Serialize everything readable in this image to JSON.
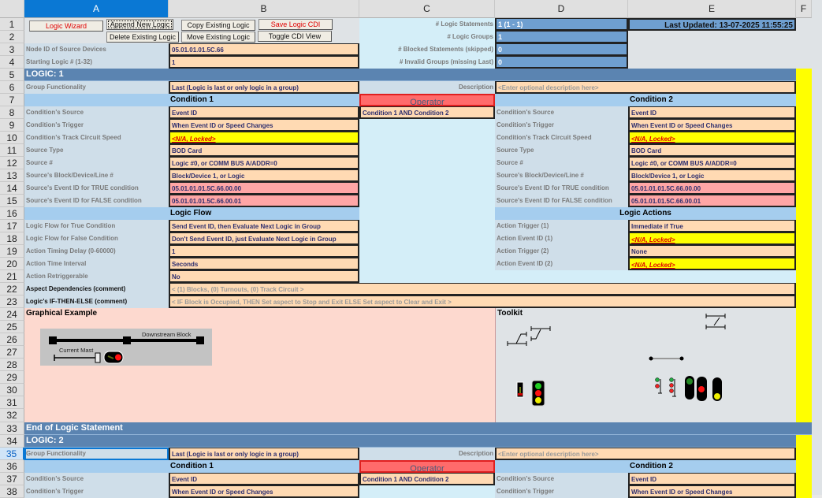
{
  "sheet": {
    "column_headers": [
      "A",
      "B",
      "C",
      "D",
      "E",
      "F"
    ],
    "selected_column": "A",
    "selected_row": 35,
    "row_numbers": [
      1,
      2,
      3,
      4,
      5,
      6,
      7,
      8,
      9,
      10,
      11,
      12,
      13,
      14,
      15,
      16,
      17,
      18,
      19,
      20,
      21,
      22,
      23,
      24,
      25,
      26,
      27,
      28,
      29,
      30,
      31,
      32,
      33,
      34,
      35,
      36,
      37,
      38
    ]
  },
  "toolbar": {
    "logic_wizard": "Logic Wizard",
    "append": "Append New Logic",
    "copy": "Copy Existing Logic",
    "save": "Save Logic CDI",
    "delete": "Delete Existing Logic",
    "move": "Move Existing Logic",
    "toggle": "Toggle CDI View"
  },
  "summary": {
    "node_id_label": "Node ID of Source Devices",
    "node_id_value": "05.01.01.01.5C.66",
    "starting_logic_label": "Starting Logic # (1-32)",
    "starting_logic_value": "1",
    "logic_statements_label": "# Logic Statements",
    "logic_statements_value": "1 (1 - 1)",
    "logic_groups_label": "# Logic Groups",
    "logic_groups_value": "1",
    "blocked_label": "# Blocked Statements (skipped)",
    "blocked_value": "0",
    "invalid_label": "# Invalid Groups (missing Last)",
    "invalid_value": "0",
    "last_updated": "Last Updated: 13-07-2025 11:55:25"
  },
  "logics": [
    {
      "title": "LOGIC: 1",
      "group_label": "Group Functionality",
      "group_value": "Last (Logic is last or only logic in a group)",
      "description_label": "Description",
      "description_value": "<Enter optional description here>",
      "condition1_header": "Condition 1",
      "operator_header": "Operator",
      "condition2_header": "Condition 2",
      "operator_value": "Condition 1 AND Condition 2",
      "condition1": [
        {
          "label": "Condition's Source",
          "value": "Event ID"
        },
        {
          "label": "Condition's Trigger",
          "value": "When Event ID or Speed Changes"
        },
        {
          "label": "Condition's Track Circuit Speed",
          "value": "<N/A, Locked>"
        },
        {
          "label": "Source Type",
          "value": "BOD Card"
        },
        {
          "label": "Source #",
          "value": "Logic #0, or COMM BUS A/ADDR=0"
        },
        {
          "label": "Source's Block/Device/Line #",
          "value": "Block/Device 1, or Logic"
        },
        {
          "label": "Source's Event ID for TRUE condition",
          "value": "05.01.01.01.5C.66.00.00"
        },
        {
          "label": "Source's Event ID for FALSE condition",
          "value": "05.01.01.01.5C.66.00.01"
        }
      ],
      "condition2": [
        {
          "label": "Condition's Source",
          "value": "Event ID"
        },
        {
          "label": "Condition's Trigger",
          "value": "When Event ID or Speed Changes"
        },
        {
          "label": "Condition's Track Circuit Speed",
          "value": "<N/A, Locked>"
        },
        {
          "label": "Source Type",
          "value": "BOD Card"
        },
        {
          "label": "Source #",
          "value": "Logic #0, or COMM BUS A/ADDR=0"
        },
        {
          "label": "Source's Block/Device/Line #",
          "value": "Block/Device 1, or Logic"
        },
        {
          "label": "Source's Event ID for TRUE condition",
          "value": "05.01.01.01.5C.66.00.00"
        },
        {
          "label": "Source's Event ID for FALSE condition",
          "value": "05.01.01.01.5C.66.00.01"
        }
      ],
      "logic_flow_header": "Logic Flow",
      "logic_flow": [
        {
          "label": "Logic Flow for True Condition",
          "value": "Send Event ID, then Evaluate Next Logic in Group"
        },
        {
          "label": "Logic Flow for False  Condition",
          "value": "Don't Send Event ID, just Evaluate Next Logic in Group"
        },
        {
          "label": "Action Timing Delay (0-60000)",
          "value": "1"
        },
        {
          "label": "Action Time Interval",
          "value": "Seconds"
        },
        {
          "label": "Action Retriggerable",
          "value": "No"
        }
      ],
      "logic_actions_header": "Logic Actions",
      "logic_actions": [
        {
          "label": "Action Trigger (1)",
          "value": "Immediate if True"
        },
        {
          "label": "Action Event ID (1)",
          "value": "<N/A, Locked>"
        },
        {
          "label": "Action Trigger (2)",
          "value": "None"
        },
        {
          "label": "Action Event ID (2)",
          "value": "<N/A, Locked>"
        }
      ],
      "aspect_label": "Aspect Dependencies (comment)",
      "aspect_value": "< (1) Blocks, (0) Turnouts, (0) Track Circuit >",
      "ifthen_label": "Logic's IF-THEN-ELSE (comment)",
      "ifthen_value": "< IF Block is Occupied, THEN Set aspect to Stop and Exit ELSE Set aspect to Clear and Exit >",
      "graphical_label": "Graphical Example",
      "graphic_downstream": "Downstream Block",
      "graphic_current": "Current  Mast",
      "toolkit_label": "Toolkit",
      "end_label": "End of Logic Statement"
    },
    {
      "title": "LOGIC: 2",
      "group_label": "Group Functionality",
      "group_value": "Last (Logic is last or only logic in a group)",
      "description_label": "Description",
      "description_value": "<Enter optional description here>",
      "condition1_header": "Condition 1",
      "operator_header": "Operator",
      "condition2_header": "Condition 2",
      "operator_value": "Condition 1 AND Condition 2",
      "condition1": [
        {
          "label": "Condition's Source",
          "value": "Event ID"
        },
        {
          "label": "Condition's Trigger",
          "value": "When Event ID or Speed Changes"
        }
      ],
      "condition2": [
        {
          "label": "Condition's Source",
          "value": "Event ID"
        },
        {
          "label": "Condition's Trigger",
          "value": "When Event ID or Speed Changes"
        }
      ]
    }
  ],
  "colors": {
    "banner": "#5b84b1",
    "input_cell": "#ffdab3",
    "event_cell": "#ffa6a6",
    "locked_cell": "#ffff00",
    "operator": "#ff6b6b",
    "selection": "#0a78d4"
  }
}
